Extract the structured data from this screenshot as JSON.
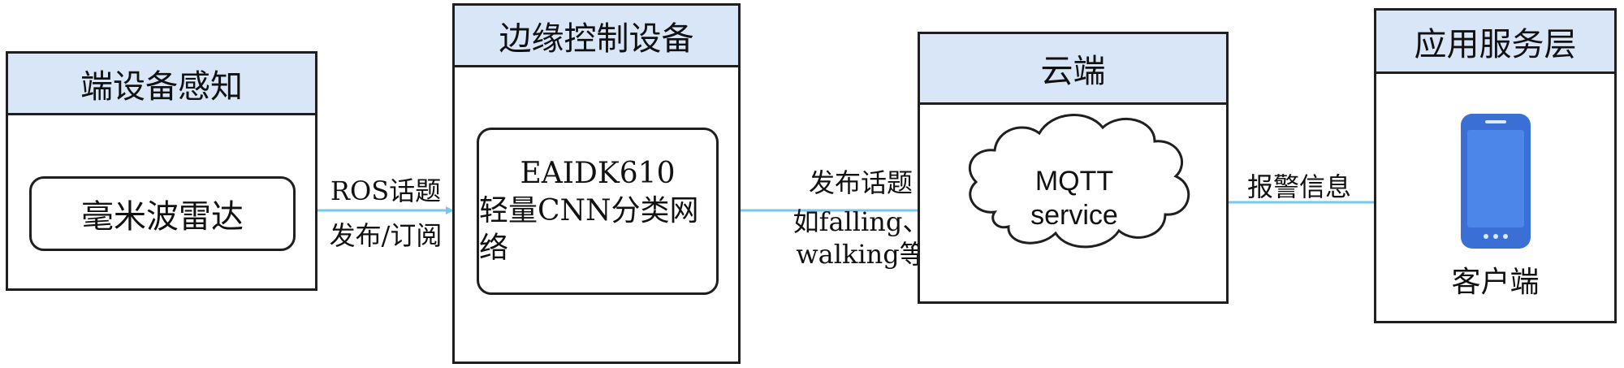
{
  "colors": {
    "header_fill": "#d9e6f7",
    "arrow": "#79c7ea",
    "phone": "#3a6fd6",
    "border": "#1f1f1f"
  },
  "panels": {
    "device": {
      "title": "端设备感知",
      "radar": "毫米波雷达"
    },
    "edge": {
      "title": "边缘控制设备",
      "line1": "EAIDK610",
      "line2": "轻量CNN分类网络"
    },
    "cloud": {
      "title": "云端",
      "line1": "MQTT",
      "line2": "service"
    },
    "app": {
      "title": "应用服务层",
      "client": "客户端",
      "icon": "smartphone-icon"
    }
  },
  "connectors": {
    "ros": {
      "line1": "ROS话题",
      "line2": "发布/订阅"
    },
    "publish": {
      "line1": "发布话题",
      "line2": "如falling、",
      "line3": "walking等"
    },
    "alarm": {
      "line1": "报警信息"
    }
  }
}
